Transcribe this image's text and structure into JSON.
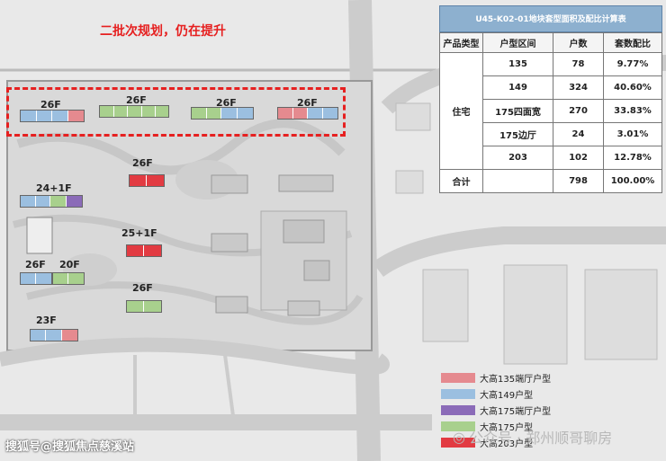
{
  "banner": "二批次规划，仍在提升",
  "buildings": [
    {
      "label": "26F",
      "units": [
        "c149",
        "c149",
        "c149",
        "c135"
      ]
    },
    {
      "label": "26F",
      "units": [
        "c175n",
        "c175n",
        "c175n",
        "c175n",
        "c175n"
      ]
    },
    {
      "label": "26F",
      "units": [
        "c175n",
        "c175n",
        "c149",
        "c149"
      ]
    },
    {
      "label": "26F",
      "units": [
        "c135",
        "c135",
        "c149",
        "c149"
      ]
    },
    {
      "label": "26F",
      "units": [
        "c203",
        "c203"
      ]
    },
    {
      "label": "24+1F",
      "units": [
        "c149",
        "c149",
        "c175n",
        "c175s"
      ]
    },
    {
      "label": "25+1F",
      "units": [
        "c203",
        "c203"
      ]
    },
    {
      "label": "26F",
      "units": [
        "c149",
        "c149"
      ]
    },
    {
      "label": "20F",
      "units": [
        "c175n",
        "c175n"
      ]
    },
    {
      "label": "26F",
      "units": [
        "c175n",
        "c175n"
      ]
    },
    {
      "label": "23F",
      "units": [
        "c149",
        "c149",
        "c135"
      ]
    }
  ],
  "table": {
    "title": "U45-K02-01地块套型面积及配比计算表",
    "headers": [
      "产品类型",
      "户型区间",
      "户数",
      "套数配比"
    ],
    "category": "住宅",
    "rows": [
      {
        "range": "135",
        "count": "78",
        "ratio": "9.77%"
      },
      {
        "range": "149",
        "count": "324",
        "ratio": "40.60%"
      },
      {
        "range": "175四面宽",
        "count": "270",
        "ratio": "33.83%"
      },
      {
        "range": "175边厅",
        "count": "24",
        "ratio": "3.01%"
      },
      {
        "range": "203",
        "count": "102",
        "ratio": "12.78%"
      }
    ],
    "total_label": "合计",
    "total_count": "798",
    "total_ratio": "100.00%"
  },
  "legend": [
    {
      "label": "大高135端厅户型",
      "color": "#e58a8f"
    },
    {
      "label": "大高149户型",
      "color": "#9bbfe0"
    },
    {
      "label": "大高175端厅户型",
      "color": "#8b6bb8"
    },
    {
      "label": "大高175户型",
      "color": "#a8d08d"
    },
    {
      "label": "大高203户型",
      "color": "#e23b42"
    }
  ],
  "watermark_left": "搜狐号@搜狐焦点慈溪站",
  "watermark_right": "公众号 · 郑州顺哥聊房"
}
